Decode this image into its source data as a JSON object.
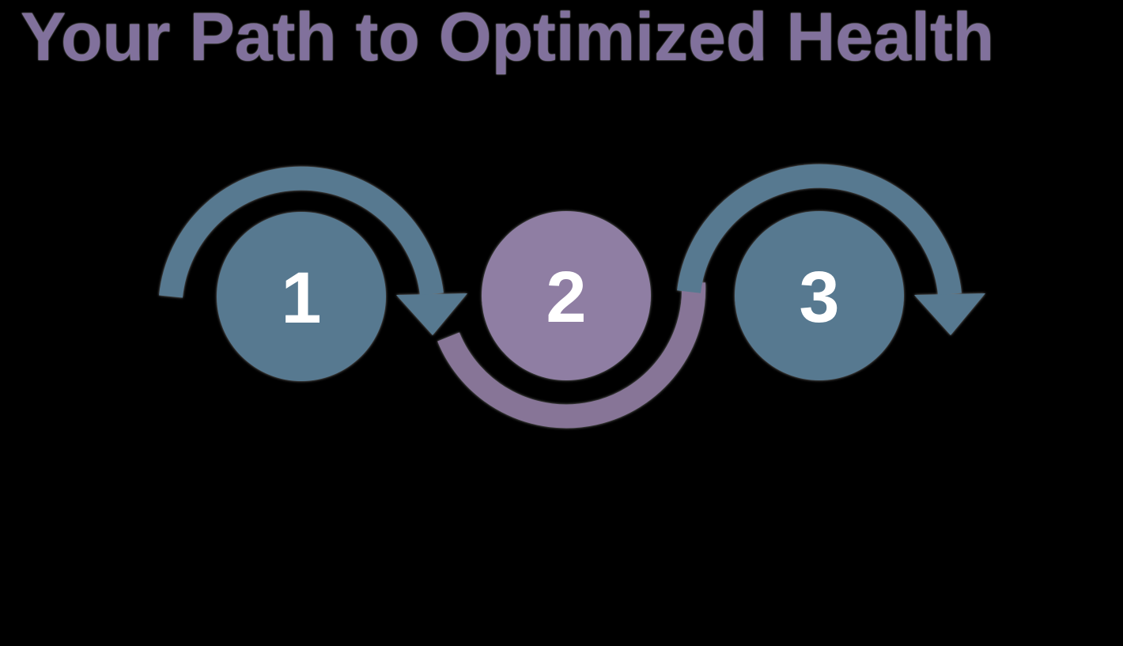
{
  "title": "Your Path to Optimized Health",
  "steps": [
    {
      "number": "1"
    },
    {
      "number": "2"
    },
    {
      "number": "3"
    }
  ],
  "colors": {
    "background": "#000000",
    "title": "#81719C",
    "step_blue": "#577990",
    "step_purple": "#8F7EA3",
    "arc_blue": "#577990",
    "arc_purple": "#877597",
    "number": "#FFFFFF"
  }
}
